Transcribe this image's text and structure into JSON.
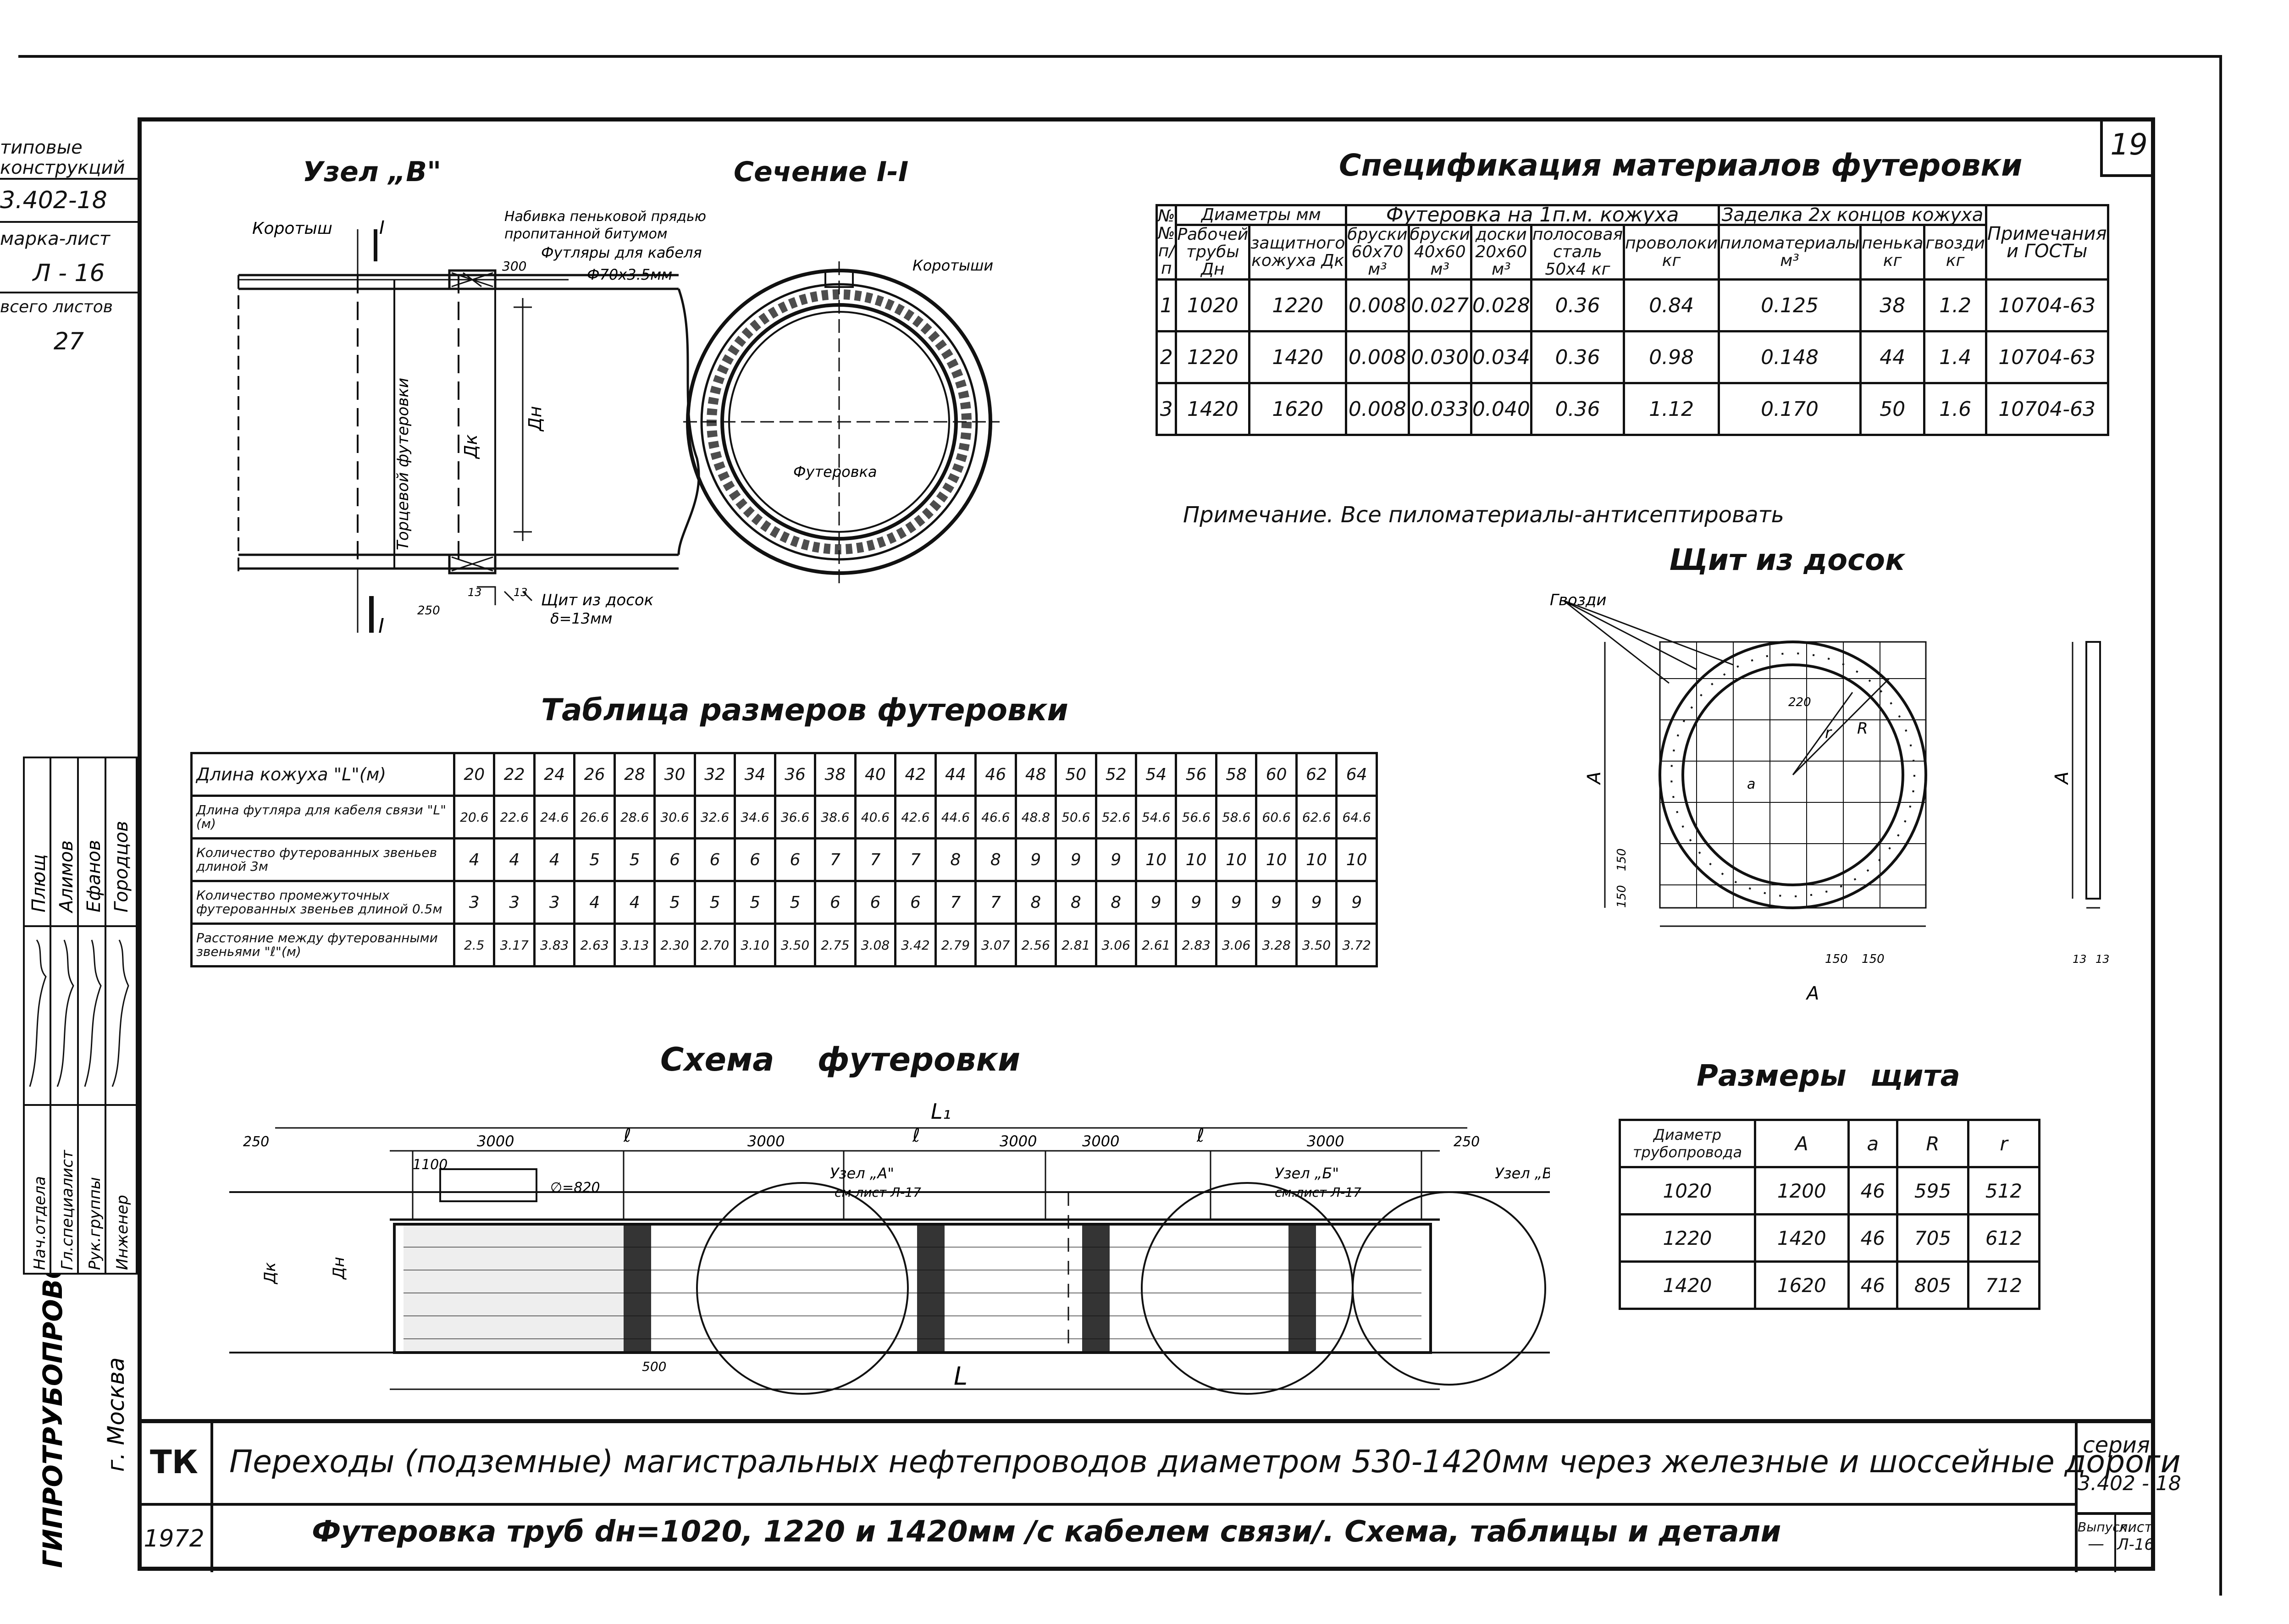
{
  "sheet_number": "19",
  "left_stamp": {
    "rows": [
      "типовые",
      "конструкций",
      "3.402-18",
      "марка-лист",
      "Л - 16",
      "всего листов",
      "27"
    ]
  },
  "sections": {
    "node_b_title": "Узел „В\"",
    "section_title": "Сечение I-I",
    "spec_title": "Спецификация материалов футеровки",
    "sizes_table_title": "Таблица размеров футеровки",
    "scheme_title": "Схема футеровки",
    "shield_title": "Щит из досок",
    "shield_dims_title": "Размеры щита"
  },
  "node_b_labels": {
    "korotysh": "Коротыш",
    "naбивka_1": "Набивка пеньковой прядью",
    "naбивka_2": "пропитанной битумом",
    "futlyary": "Футляры для кабеля",
    "futlyary_size": "Ф70х3.5мм",
    "dim_300": "300",
    "vertical_text": "Торцевой футеровки",
    "dk": "Дк",
    "dn": "Дн",
    "dim_13a": "13",
    "dim_13b": "13",
    "dim_250": "250",
    "shield": "Щит из досок",
    "shield_thk": "δ=13мм",
    "mark": "I"
  },
  "section_labels": {
    "korotyshi": "Коротыши",
    "futerovka": "Футеровка"
  },
  "spec": {
    "head1": [
      "№№ п/п",
      "Диаметры мм",
      "Футеровка на 1п.м. кожуха",
      "Заделка 2х концов кожуха",
      "Примечания и ГОСТы"
    ],
    "head2": [
      "Рабочей трубы Дн",
      "защитного кожуха Дк",
      "бруски 60х70 м³",
      "бруски 40х60 м³",
      "доски 20х60 м³",
      "полосовая сталь 50х4 кг",
      "проволоки кг",
      "пиломатериалы м³",
      "пенька кг",
      "гвозди кг"
    ],
    "rows": [
      [
        "1",
        "1020",
        "1220",
        "0.008",
        "0.027",
        "0.028",
        "0.36",
        "0.84",
        "0.125",
        "38",
        "1.2",
        "10704-63"
      ],
      [
        "2",
        "1220",
        "1420",
        "0.008",
        "0.030",
        "0.034",
        "0.36",
        "0.98",
        "0.148",
        "44",
        "1.4",
        "10704-63"
      ],
      [
        "3",
        "1420",
        "1620",
        "0.008",
        "0.033",
        "0.040",
        "0.36",
        "1.12",
        "0.170",
        "50",
        "1.6",
        "10704-63"
      ]
    ]
  },
  "note": "Примечание. Все пиломатериалы-антисептировать",
  "sizes": {
    "row_labels": [
      "Длина кожуха \"L\"(м)",
      "Длина футляра для кабеля связи \"L\"(м)",
      "Количество футерованных звеньев длиной 3м",
      "Количество промежуточных футерованных звеньев длиной 0.5м",
      "Расстояние между футерованными звеньями \"ℓ\"(м)"
    ],
    "rows": [
      [
        "20",
        "22",
        "24",
        "26",
        "28",
        "30",
        "32",
        "34",
        "36",
        "38",
        "40",
        "42",
        "44",
        "46",
        "48",
        "50",
        "52",
        "54",
        "56",
        "58",
        "60",
        "62",
        "64"
      ],
      [
        "20.6",
        "22.6",
        "24.6",
        "26.6",
        "28.6",
        "30.6",
        "32.6",
        "34.6",
        "36.6",
        "38.6",
        "40.6",
        "42.6",
        "44.6",
        "46.6",
        "48.8",
        "50.6",
        "52.6",
        "54.6",
        "56.6",
        "58.6",
        "60.6",
        "62.6",
        "64.6"
      ],
      [
        "4",
        "4",
        "4",
        "5",
        "5",
        "6",
        "6",
        "6",
        "6",
        "7",
        "7",
        "7",
        "8",
        "8",
        "9",
        "9",
        "9",
        "10",
        "10",
        "10",
        "10",
        "10",
        "10"
      ],
      [
        "3",
        "3",
        "3",
        "4",
        "4",
        "5",
        "5",
        "5",
        "5",
        "6",
        "6",
        "6",
        "7",
        "7",
        "8",
        "8",
        "8",
        "9",
        "9",
        "9",
        "9",
        "9",
        "9"
      ],
      [
        "2.5",
        "3.17",
        "3.83",
        "2.63",
        "3.13",
        "2.30",
        "2.70",
        "3.10",
        "3.50",
        "2.75",
        "3.08",
        "3.42",
        "2.79",
        "3.07",
        "2.56",
        "2.81",
        "3.06",
        "2.61",
        "2.83",
        "3.06",
        "3.28",
        "3.50",
        "3.72"
      ]
    ]
  },
  "scheme_labels": {
    "L1": "L₁",
    "dims": [
      "250",
      "3000",
      "ℓ",
      "3000",
      "ℓ",
      "3000",
      "3000",
      "ℓ",
      "3000",
      "250"
    ],
    "d1100": "1100",
    "d820": "∅=820",
    "uzel_a": "Узел „А\"",
    "uzel_a_ref": "см.лист Л-17",
    "uzel_b": "Узел „Б\"",
    "uzel_b_ref": "см.лист Л-17",
    "uzel_v": "Узел „В\"",
    "dk": "Дк",
    "dn": "Дн",
    "d500": "500",
    "L": "L"
  },
  "shield_labels": {
    "gvozdi": "Гвозди",
    "d220": "220",
    "r": "r",
    "R": "R",
    "a": "a",
    "A_left": "A",
    "A_bottom": "A",
    "A_side": "A",
    "d150a": "150",
    "d150b": "150",
    "d150c": "150",
    "d150d": "150",
    "d13a": "13",
    "d13b": "13"
  },
  "shield_dims": {
    "head": [
      "Диаметр трубопровода",
      "A",
      "a",
      "R",
      "r"
    ],
    "rows": [
      [
        "1020",
        "1200",
        "46",
        "595",
        "512"
      ],
      [
        "1220",
        "1420",
        "46",
        "705",
        "612"
      ],
      [
        "1420",
        "1620",
        "46",
        "805",
        "712"
      ]
    ]
  },
  "signatures": {
    "roles": [
      "Нач.отдела",
      "Гл.специалист",
      "Рук.группы",
      "Инженер"
    ],
    "names": [
      "Плющ",
      "Алимов",
      "Ефанов",
      "Городцов"
    ]
  },
  "org": {
    "name": "ГИПРОТРУБОПРОВОД",
    "city": "г. Москва"
  },
  "title_block": {
    "tk": "ТК",
    "title": "Переходы (подземные) магистральных нефтепроводов диаметром 530-1420мм через железные и шоссейные дороги",
    "year": "1972",
    "subtitle": "Футеровка труб dн=1020, 1220 и 1420мм /с кабелем связи/. Схема, таблицы и детали",
    "series_label": "серия",
    "series": "3.402 - 18",
    "issue_label": "Выпуск",
    "issue": "—",
    "sheet_label": "лист",
    "sheet": "Л-16"
  }
}
